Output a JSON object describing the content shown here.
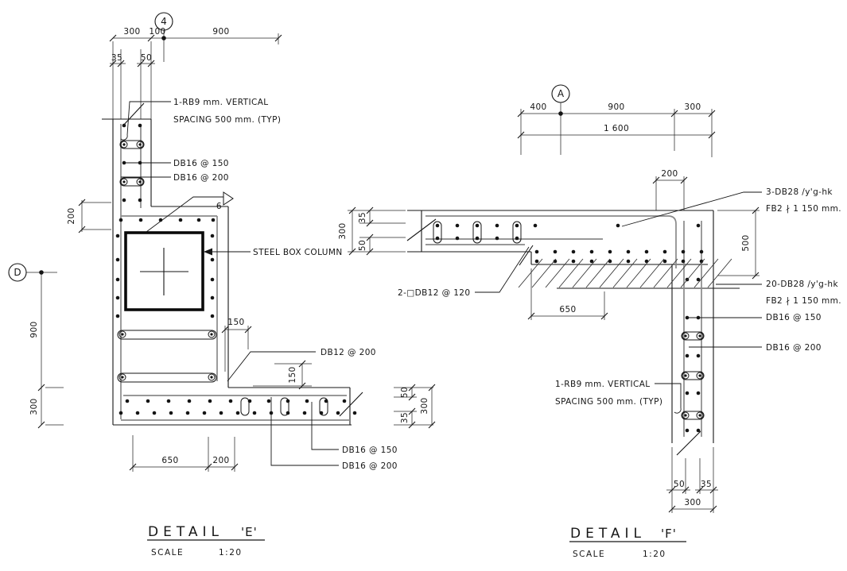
{
  "detail_e": {
    "title": "DETAIL",
    "title_mark": "'E'",
    "scale_label": "SCALE",
    "scale_value": "1:20",
    "grid_bubbles": {
      "top": "4",
      "left": "D"
    },
    "callouts": {
      "rb9_line1": "1-RB9 mm. VERTICAL",
      "rb9_line2": "SPACING 500 mm. (TYP)",
      "db16_150": "DB16 @ 150",
      "db16_200": "DB16 @ 200",
      "steel_box": "STEEL BOX COLUMN",
      "db12_200": "DB12 @ 200",
      "db16_150_bottom": "DB16 @ 150",
      "db16_200_bottom": "DB16 @ 200",
      "weld_flag": "6"
    },
    "dims": {
      "top_300": "300",
      "top_100": "100",
      "top_900": "900",
      "top_35": "35",
      "top_50": "50",
      "left_200": "200",
      "left_900": "900",
      "left_300": "300",
      "corner_150_h": "150",
      "corner_150_v": "150",
      "bottom_650": "650",
      "bottom_200": "200",
      "slab_50": "50",
      "slab_35": "35",
      "slab_300": "300"
    }
  },
  "detail_f": {
    "title": "DETAIL",
    "title_mark": "'F'",
    "scale_label": "SCALE",
    "scale_value": "1:20",
    "grid_bubbles": {
      "top": "A"
    },
    "callouts": {
      "db28_top_line1": "3-DB28 /y'g-hk",
      "db28_top_line2": "FB2 ∤ 1 150 mm.",
      "db28_bot_line1": "20-DB28 /y'g-hk",
      "db28_bot_line2": "FB2 ∤ 1 150 mm.",
      "db16_150": "DB16 @ 150",
      "db16_200": "DB16 @ 200",
      "db12_120": "2-□DB12 @ 120",
      "rb9_line1": "1-RB9 mm. VERTICAL",
      "rb9_line2": "SPACING 500 mm. (TYP)"
    },
    "dims": {
      "top_400": "400",
      "top_900": "900",
      "top_300": "300",
      "top_total": "1 600",
      "top_200": "200",
      "slab_300": "300",
      "slab_35": "35",
      "slab_50": "50",
      "right_500": "500",
      "bottom_650": "650",
      "wall_50": "50",
      "wall_35": "35",
      "wall_300": "300"
    }
  }
}
